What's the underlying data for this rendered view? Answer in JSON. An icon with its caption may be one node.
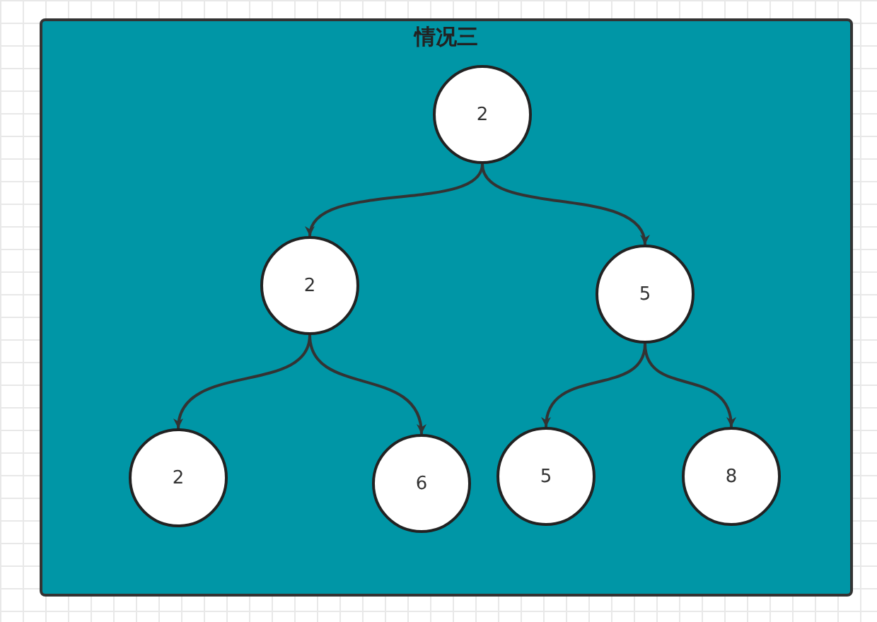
{
  "diagram": {
    "nodes": [
      {
        "text": [
          "情况三"
        ]
      },
      {
        "text": [
          "2"
        ],
        "in": 0
      },
      {
        "text": [
          "2"
        ],
        "in": 0
      },
      {
        "text": [
          "5"
        ],
        "in": 0
      },
      {
        "text": [
          "2"
        ],
        "in": 0
      },
      {
        "text": [
          "6"
        ],
        "in": 0
      },
      {
        "text": [
          "5"
        ],
        "in": 0
      },
      {
        "text": [
          "8"
        ],
        "in": 0
      }
    ],
    "edges": [
      {
        "from": 1,
        "to": 2,
        "arrow": "to"
      },
      {
        "from": 1,
        "to": 3,
        "arrow": "to"
      },
      {
        "from": 2,
        "to": 4,
        "arrow": "to"
      },
      {
        "from": 2,
        "to": 5,
        "arrow": "to"
      },
      {
        "from": 3,
        "to": 6,
        "arrow": "to"
      },
      {
        "from": 3,
        "to": 7,
        "arrow": "to"
      }
    ]
  }
}
